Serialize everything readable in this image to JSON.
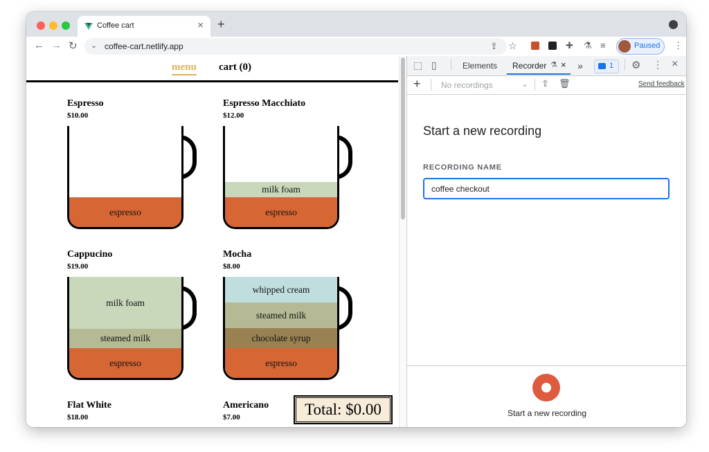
{
  "browser": {
    "tab_title": "Coffee cart",
    "url": "coffee-cart.netlify.app",
    "profile_status": "Paused",
    "new_tab": "+",
    "close_tab": "×"
  },
  "page": {
    "nav": {
      "menu": "menu",
      "cart": "cart (0)"
    },
    "products": [
      {
        "name": "Espresso",
        "price": "$10.00",
        "layers": [
          "espresso"
        ]
      },
      {
        "name": "Espresso Macchiato",
        "price": "$12.00",
        "layers": [
          "milk foam",
          "espresso"
        ]
      },
      {
        "name": "Cappucino",
        "price": "$19.00",
        "layers": [
          "milk foam",
          "steamed milk",
          "espresso"
        ]
      },
      {
        "name": "Mocha",
        "price": "$8.00",
        "layers": [
          "whipped cream",
          "steamed milk",
          "chocolate syrup",
          "espresso"
        ]
      },
      {
        "name": "Flat White",
        "price": "$18.00"
      },
      {
        "name": "Americano",
        "price": "$7.00"
      }
    ],
    "total": "Total: $0.00"
  },
  "devtools": {
    "tabs": {
      "elements": "Elements",
      "recorder": "Recorder",
      "more": "»"
    },
    "issues_count": "1",
    "recordings_select": "No recordings",
    "send_feedback": "Send feedback",
    "panel_title": "Start a new recording",
    "recording_name_label": "RECORDING NAME",
    "recording_name_value": "coffee checkout",
    "start_button_label": "Start a new recording"
  },
  "colors": {
    "accent": "#1a73e8",
    "record": "#dd5b3f",
    "espresso": "#d66634",
    "milk_foam": "#c9d8bb",
    "steamed_milk": "#b5ba95",
    "whipped_cream": "#c1dede",
    "chocolate_syrup": "#998151",
    "menu_active": "#dbb25a"
  },
  "icons": [
    "back-arrow-icon",
    "forward-arrow-icon",
    "reload-icon",
    "share-icon",
    "star-icon",
    "puzzle-icon",
    "flask-icon",
    "media-icon",
    "kebab-icon",
    "inspect-icon",
    "device-toolbar-icon",
    "gear-icon",
    "close-icon",
    "add-icon",
    "upload-icon",
    "trash-icon",
    "record-icon"
  ]
}
